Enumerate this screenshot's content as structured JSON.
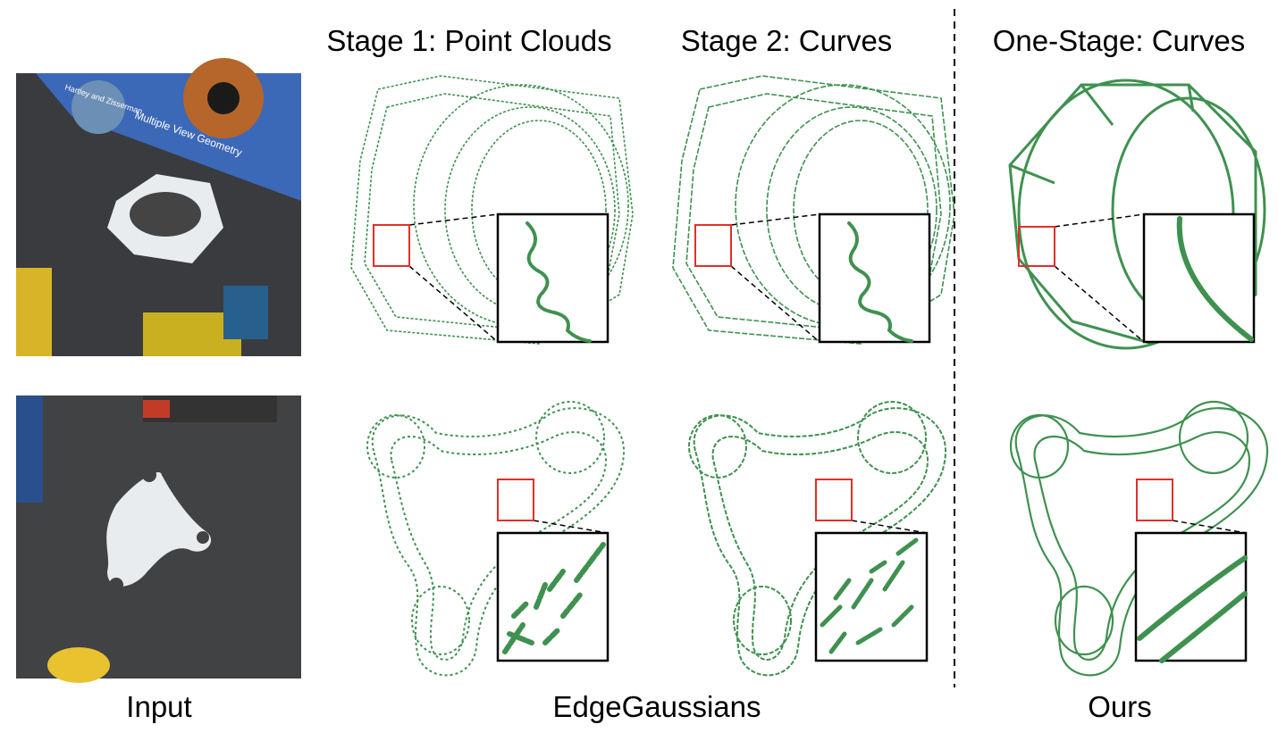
{
  "headers": {
    "stage1": "Stage 1: Point Clouds",
    "stage2": "Stage 2: Curves",
    "one_stage": "One-Stage: Curves"
  },
  "footers": {
    "input": "Input",
    "edgegaussians": "EdgeGaussians",
    "ours": "Ours"
  },
  "colors": {
    "curve": "#3f9150",
    "zoom_box": "#e0302a",
    "inset_border": "#000000"
  },
  "photo_text": {
    "book_title": "Multiple View Geometry",
    "book_authors": "Hartley and Zisserman"
  }
}
